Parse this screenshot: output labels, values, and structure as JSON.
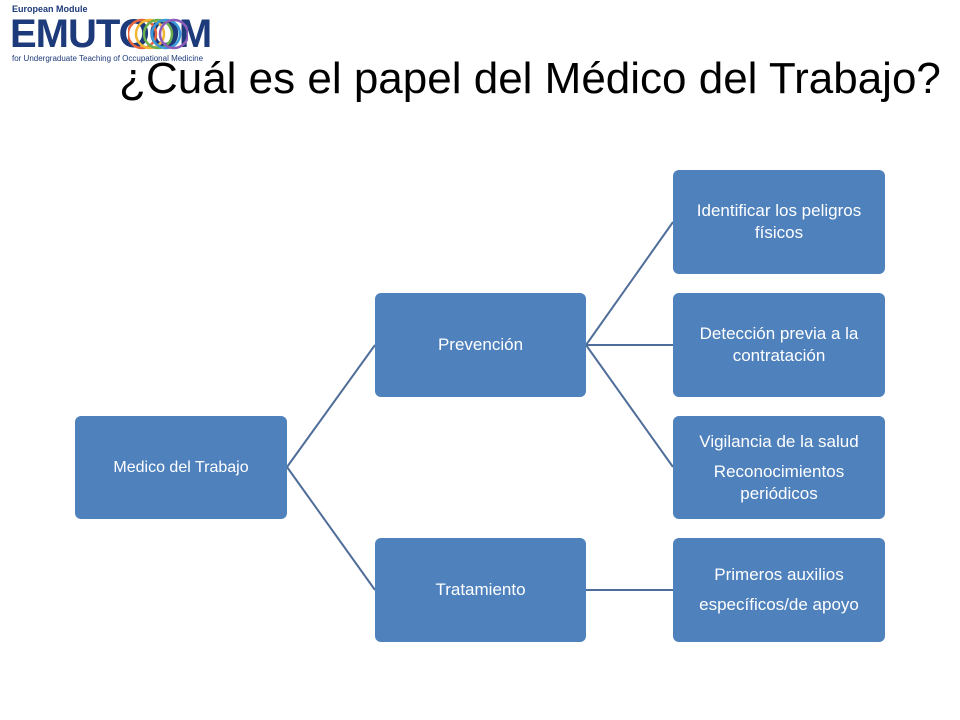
{
  "logo": {
    "top": "European Module",
    "word": "EMUTOOM",
    "bottom": "for Undergraduate Teaching of Occupational Medicine"
  },
  "title": "¿Cuál es el papel del Médico del Trabajo?",
  "colors": {
    "node": "#4f81bd",
    "connector": "#4f6d99",
    "logo": "#1d3a7a"
  },
  "diagram": {
    "root": "Medico del Trabajo",
    "branches": [
      {
        "label": "Prevención",
        "children": [
          {
            "lines": [
              "Identificar los peligros físicos"
            ]
          },
          {
            "lines": [
              "Detección previa a la contratación"
            ]
          },
          {
            "lines": [
              "Vigilancia de la salud",
              "Reconocimientos periódicos"
            ]
          }
        ]
      },
      {
        "label": "Tratamiento",
        "children": [
          {
            "lines": [
              "Primeros auxilios",
              "específicos/de apoyo"
            ]
          }
        ]
      }
    ]
  }
}
